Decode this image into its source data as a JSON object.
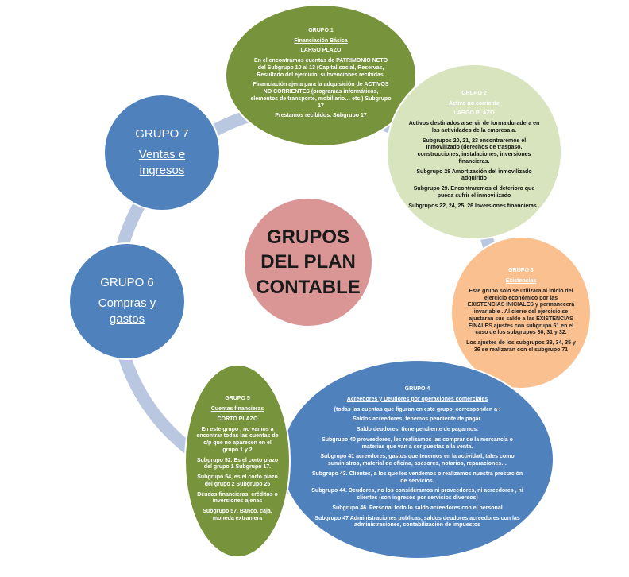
{
  "center": {
    "lines": [
      "GRUPOS",
      "DEL PLAN",
      "CONTABLE"
    ]
  },
  "grupo1": {
    "title": "GRUPO 1",
    "subtitle": "Financiación  Básica",
    "term": "LARGO PLAZO",
    "p1": "En el encontramos cuentas de PATRIMONIO NETO del Subgrupo 10 al 13 (Capital  social, Reservas, Resultado del ejercicio, subvenciones recibidas.",
    "p2": "Financiación  ajena para la adquisición  de ACTIVOS NO CORRIENTES  (programas informáticos, elementos de transporte, mobiliario… etc.) Subgrupo 17",
    "p3": "Prestamos recibidos. Subgrupo 17"
  },
  "grupo2": {
    "title": "GRUPO 2",
    "subtitle": "Activo no corriente",
    "term": "LARGO PLAZO",
    "p1": "Activos destinados  a servir de forma duradera en las actividades  de la empresa a.",
    "p2": "Subgrupos 20, 21, 23 encontraremos el Inmovilizado (derechos de traspaso, construcciones, instalaciones,  inversiones financieras.",
    "p3": "Subgrupo 28 Amortización del inmovilizado adquirido",
    "p4": "Subgrupo 29. Encontraremos  el deterioro que pueda sufrir el inmovilizado",
    "p5": "Subgrupos 22, 24, 25, 26 Inversiones financieras ."
  },
  "grupo3": {
    "title": "GRUPO  3",
    "subtitle": "Existencias",
    "p1": "Este grupo solo se  utilizara  al inicio del ejercicio económico por las EXISTENCIAS INICIALES y permanecerá invariable . Al cierre del ejercicio se ajustaran sus saldo a las EXISTENCIAS  FINALES ajustes con subgrupo 61 en el  caso de los subgrupos 30, 31 y 32.",
    "p2": "Los ajustes de los subgrupos 33, 34, 35 y 36 se realizaran con el subgrupo 71"
  },
  "grupo4": {
    "title": "GRUPO 4",
    "subtitle": "Acreedores y Deudores por operaciones comerciales",
    "note": "(todas las cuentas que figuran  en este grupo, corresponden a :",
    "items": [
      "Saldos acreedores, tenemos pendiente de pagar.",
      "Saldo deudores, tiene pendiente de  pagarnos.",
      "Subgrupo 40 proveedores, les realizamos las comprar de la mercancía o materias que van a ser puestas a la venta.",
      "Subgrupo 41 acreedores, gastos que tenemos en la actividad,  tales como suministros, material de oficina,  asesores, notarios, reparaciones…",
      "Subgrupo 43.  Clientes, a los que les vendemos o realizamos nuestra prestación de servicios.",
      "Subgrupo 44. Deudores, no los consideramos ni proveedores, ni acreedores , ni clientes (son ingresos por servicios diversos)",
      "Subgrupo 46. Personal todo lo saldo acreedores con el personal",
      "Subgrupo 47 Administraciones publicas, saldos deudores  acreedores con las administraciones,  contabilización  de impuestos"
    ]
  },
  "grupo5": {
    "title": "GRUPO 5",
    "subtitle": "Cuentas financieras",
    "term": "CORTO PLAZO",
    "items": [
      "En este grupo , no vamos a encontrar todas las cuentas de c/p que no aparecen en el grupo 1 y 2",
      "Subgrupo 52. Es el corto plazo del grupo 1 Subgrupo 17.",
      "Subgrupo 54, es el corto plazo del grupo 2 Subgrupo 25",
      "Deudas financieras, créditos o inversiones ajenas",
      "Subgrupo 57. Banco,  caja, moneda extranjera"
    ]
  },
  "grupo6": {
    "title": "GRUPO 6",
    "subtitle": "Compras y gastos"
  },
  "grupo7": {
    "title": "GRUPO 7",
    "subtitle": "Ventas e ingresos"
  },
  "colors": {
    "center": "#d99694",
    "blue": "#4f81bd",
    "green": "#77933c",
    "light_green": "#d7e4bd",
    "orange": "#fac090",
    "ring": "#b9c7e0"
  }
}
